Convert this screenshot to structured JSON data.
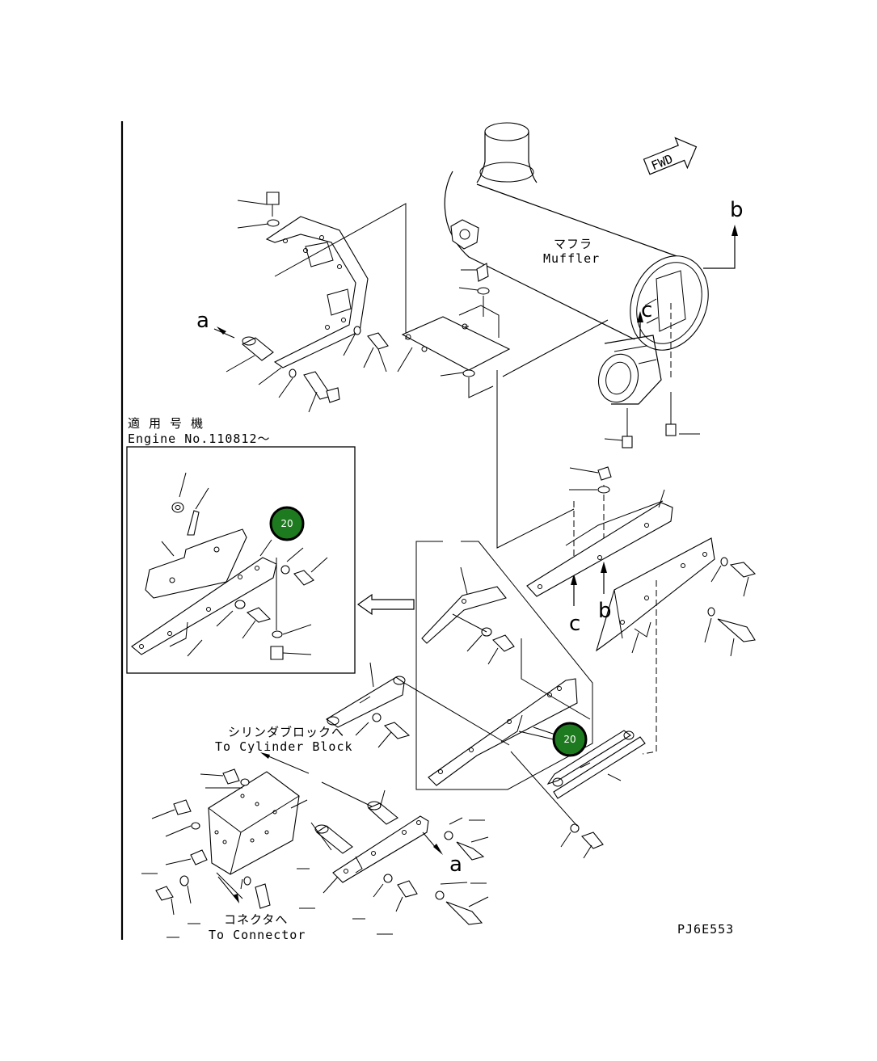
{
  "diagram": {
    "drawing_code": "PJ6E553",
    "fwd_label": "FWD",
    "muffler": {
      "jp": "マフラ",
      "en": "Muffler"
    },
    "applicability": {
      "jp": "適 用 号 機",
      "en": "Engine No.110812～"
    },
    "cylinder_block": {
      "jp": "シリンダブロックへ",
      "en": "To Cylinder Block"
    },
    "connector": {
      "jp": "コネクタへ",
      "en": "To Connector"
    },
    "refs": {
      "a": "a",
      "b": "b",
      "c": "c"
    },
    "hotspots": [
      {
        "label": "20",
        "color": "#1e7a1e"
      },
      {
        "label": "20",
        "color": "#1e7a1e"
      }
    ]
  }
}
